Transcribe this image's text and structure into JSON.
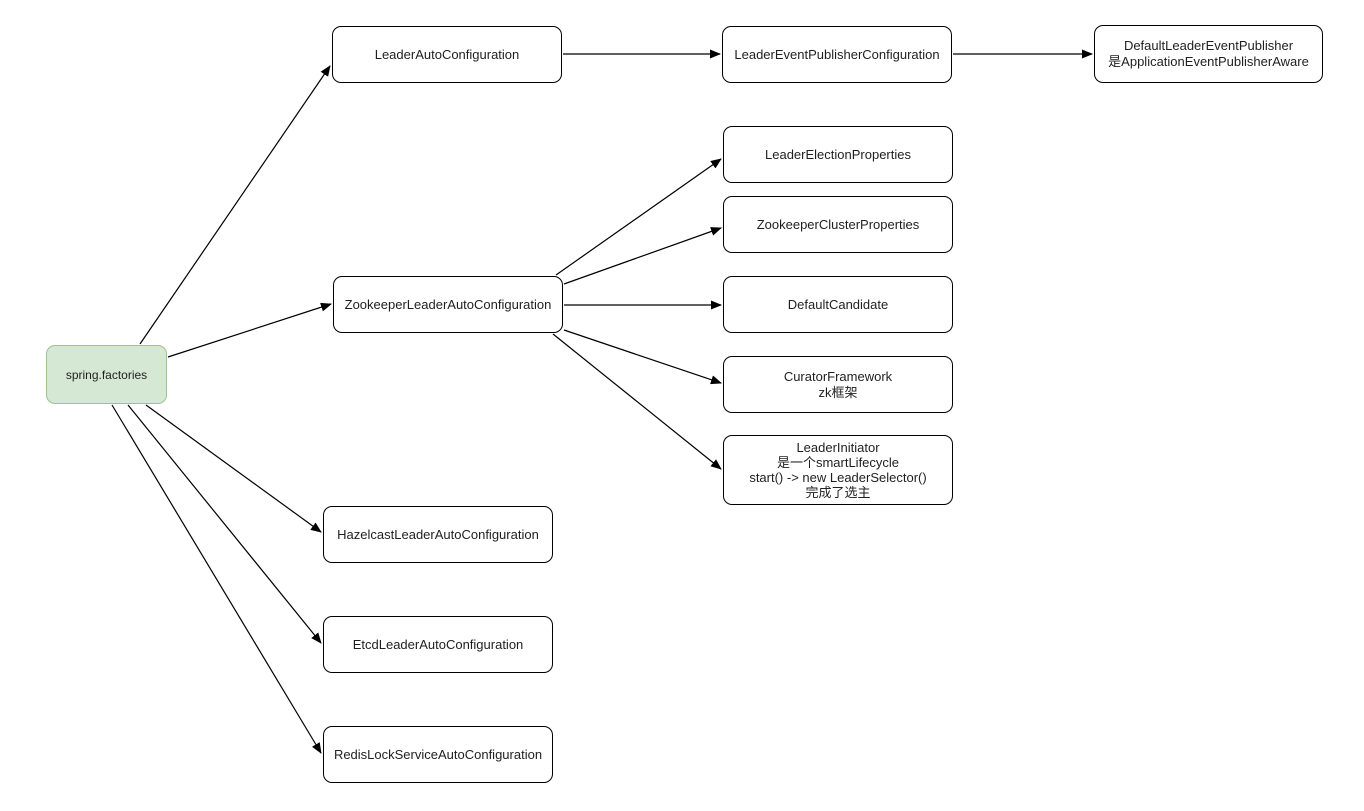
{
  "diagram": {
    "colors": {
      "root_fill": "#d5e8d4",
      "root_border": "#9ec193",
      "node_fill": "#ffffff",
      "node_border": "#000000",
      "arrow": "#000000",
      "text": "#1f1f1f"
    },
    "nodes": {
      "spring_factories": {
        "lines": [
          "spring.factories"
        ]
      },
      "leader_auto": {
        "lines": [
          "LeaderAutoConfiguration"
        ]
      },
      "leader_event_publisher_config": {
        "lines": [
          "LeaderEventPublisherConfiguration"
        ]
      },
      "default_leader_event_publisher": {
        "lines": [
          "DefaultLeaderEventPublisher",
          "是ApplicationEventPublisherAware"
        ]
      },
      "zookeeper_leader_auto": {
        "lines": [
          "ZookeeperLeaderAutoConfiguration"
        ]
      },
      "leader_election_properties": {
        "lines": [
          "LeaderElectionProperties"
        ]
      },
      "zookeeper_cluster_properties": {
        "lines": [
          "ZookeeperClusterProperties"
        ]
      },
      "default_candidate": {
        "lines": [
          "DefaultCandidate"
        ]
      },
      "curator_framework": {
        "lines": [
          "CuratorFramework",
          "zk框架"
        ]
      },
      "leader_initiator": {
        "lines": [
          "LeaderInitiator",
          "是一个smartLifecycle",
          "start() -> new LeaderSelector()",
          "完成了选主"
        ]
      },
      "hazelcast_leader_auto": {
        "lines": [
          "HazelcastLeaderAutoConfiguration"
        ]
      },
      "etcd_leader_auto": {
        "lines": [
          "EtcdLeaderAutoConfiguration"
        ]
      },
      "redis_lock_service_auto": {
        "lines": [
          "RedisLockServiceAutoConfiguration"
        ]
      }
    }
  }
}
